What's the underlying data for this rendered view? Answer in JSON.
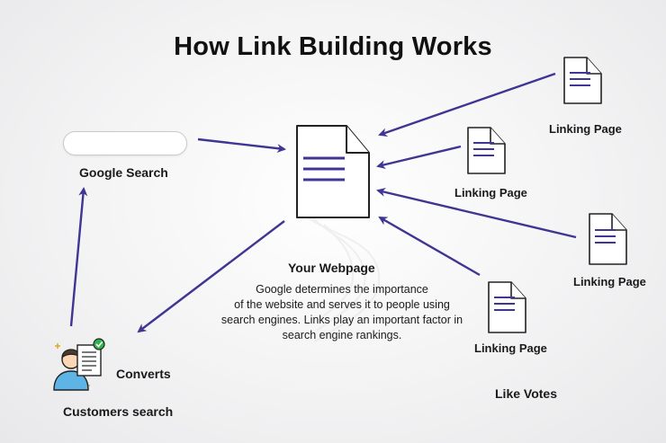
{
  "title": "How Link Building Works",
  "google_search": {
    "label": "Google Search"
  },
  "your_webpage": {
    "label": "Your Webpage",
    "description_lines": [
      "Google determines the importance",
      "of the website and serves it to people using",
      "search engines. Links play an important factor in",
      "search engine rankings."
    ]
  },
  "linking_pages": [
    {
      "label": "Linking Page"
    },
    {
      "label": "Linking Page"
    },
    {
      "label": "Linking Page"
    },
    {
      "label": "Linking Page"
    }
  ],
  "converts": {
    "label": "Converts"
  },
  "customers_search": {
    "label": "Customers search"
  },
  "like_votes": {
    "label": "Like Votes"
  },
  "colors": {
    "arrow": "#3f3592",
    "doc_lines": "#3f3592",
    "doc_stroke": "#222222"
  }
}
